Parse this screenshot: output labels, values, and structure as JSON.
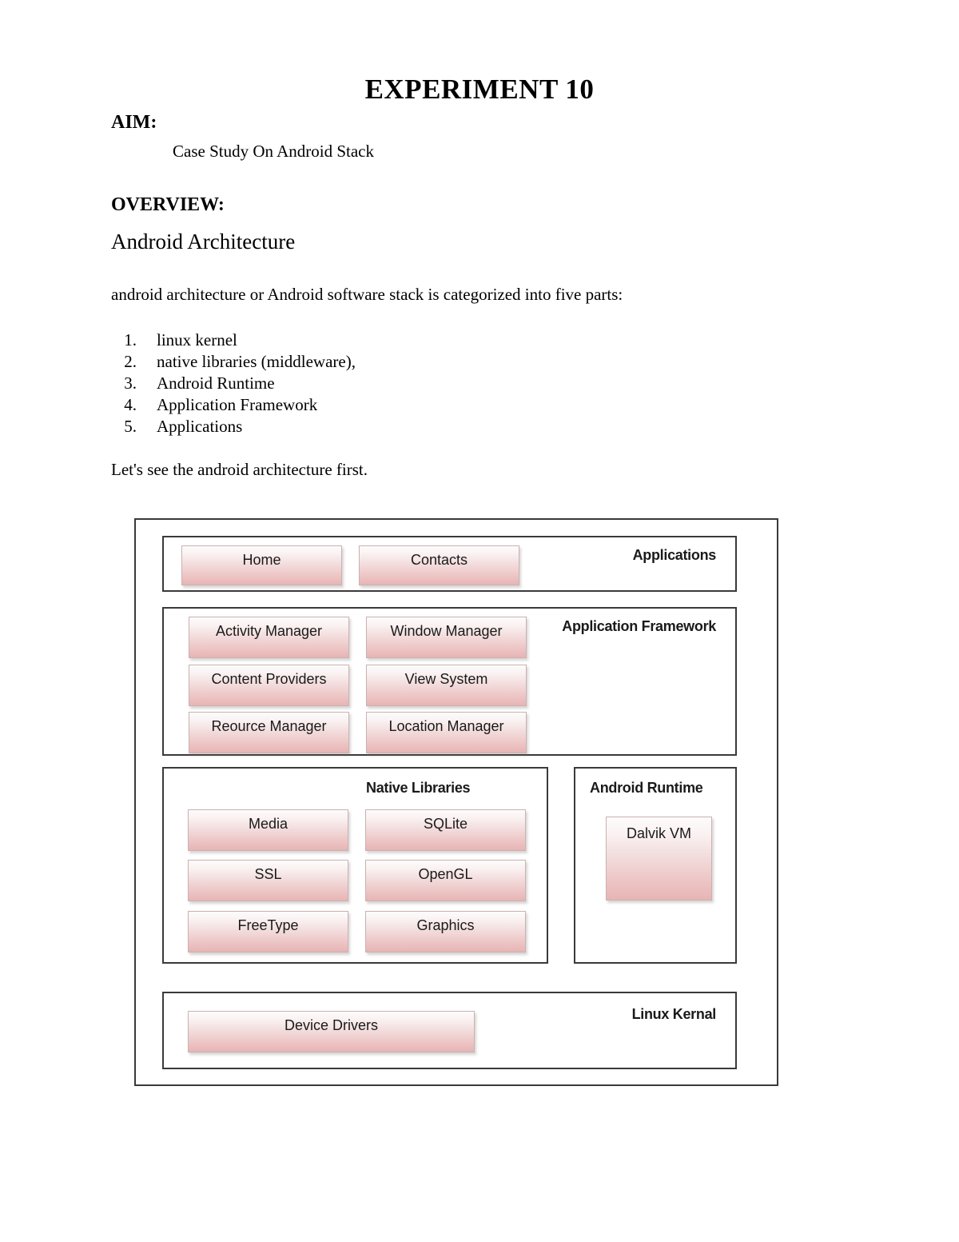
{
  "document": {
    "title": "EXPERIMENT 10",
    "aim_label": "AIM:",
    "aim_text": "Case Study On Android Stack",
    "overview_label": "OVERVIEW:",
    "architecture_heading": "Android Architecture",
    "intro": "android architecture or Android software stack is categorized into five parts:",
    "list": [
      {
        "number": "1.",
        "text": "linux kernel"
      },
      {
        "number": "2.",
        "text": "native libraries (middleware),"
      },
      {
        "number": "3.",
        "text": "Android Runtime"
      },
      {
        "number": "4.",
        "text": "Application Framework"
      },
      {
        "number": "5.",
        "text": "Applications"
      }
    ],
    "closing": "Let's see the android architecture first."
  },
  "diagram": {
    "layers": {
      "applications": {
        "label": "Applications",
        "boxes": [
          "Home",
          "Contacts"
        ]
      },
      "application_framework": {
        "label": "Application Framework",
        "boxes": [
          "Activity Manager",
          "Window Manager",
          "Content Providers",
          "View System",
          "Reource Manager",
          "Location Manager"
        ]
      },
      "native_libraries": {
        "label": "Native Libraries",
        "boxes": [
          "Media",
          "SQLite",
          "SSL",
          "OpenGL",
          "FreeType",
          "Graphics"
        ]
      },
      "android_runtime": {
        "label": "Android Runtime",
        "boxes": [
          "Dalvik VM"
        ]
      },
      "linux_kernel": {
        "label": "Linux Kernal",
        "boxes": [
          "Device Drivers"
        ]
      }
    },
    "colors": {
      "box_gradient_top": "#fdfbfb",
      "box_gradient_bottom": "#e8b4b4",
      "box_border": "#c9b2b2",
      "panel_border": "#3a3a3a",
      "page_background": "#ffffff",
      "text": "#1a1a1a"
    }
  }
}
